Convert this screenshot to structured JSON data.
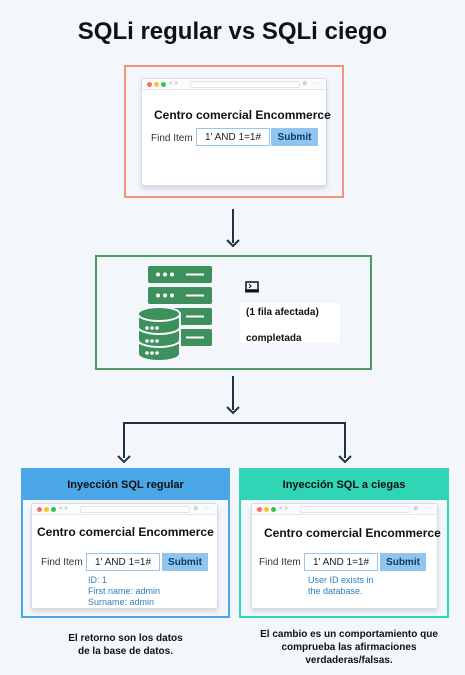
{
  "title": "SQLi regular vs SQLi ciego",
  "browser": {
    "nav_glyphs": "< >",
    "url_glyph": "◦",
    "bar_icons": "⊕ ⋯",
    "shop_title": "Centro comercial Encommerce",
    "find_label": "Find Item",
    "input_value": "1' AND 1=1#",
    "submit_label": "Submit"
  },
  "server": {
    "terminal_icon": "terminal-icon",
    "message_line1": "(1 fila afectada)",
    "message_line2": "completada"
  },
  "regular": {
    "header": "Inyección SQL regular",
    "result_lines": [
      "ID: 1",
      "First name: admin",
      "Surname: admin"
    ],
    "caption_lines": [
      "El retorno son los datos",
      "de la base de datos."
    ]
  },
  "blind": {
    "header": "Inyección SQL a ciegas",
    "result_lines": [
      "User ID exists in",
      "the database."
    ],
    "caption_lines": [
      "El cambio es un comportamiento que",
      "comprueba las afirmaciones",
      "verdaderas/falsas."
    ]
  },
  "colors": {
    "orange_border": "#ee967a",
    "green_border": "#4d9a62",
    "blue_panel": "#4aa6e6",
    "teal_panel": "#2fd5b4",
    "server_icon": "#3d8f5c",
    "arrow": "#1f3147"
  }
}
